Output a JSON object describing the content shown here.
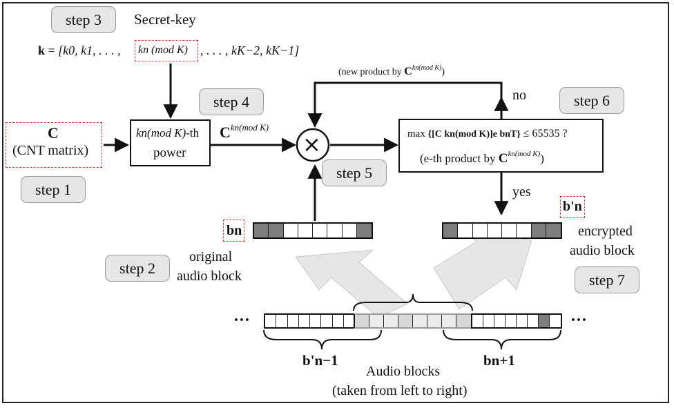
{
  "steps": {
    "step1": "step 1",
    "step2": "step 2",
    "step3": "step 3",
    "step4": "step 4",
    "step5": "step 5",
    "step6": "step 6",
    "step7": "step 7"
  },
  "secret_key": {
    "title": "Secret-key",
    "k_symbol": "k",
    "eq": "=",
    "list_start": "[k0, k1, . . . ,",
    "highlight": "kn (mod K)",
    "list_end": ", . . . , kK−2, kK−1]"
  },
  "cnt": {
    "symbol": "C",
    "label": "(CNT matrix)"
  },
  "power_box": {
    "line1_var": "kn(mod K)",
    "line1_suffix": "-th",
    "line2": "power"
  },
  "power_output": {
    "base": "C",
    "exponent": "kn(mod K)"
  },
  "feedback_label": {
    "prefix": "(new product by ",
    "base": "C",
    "exponent": "kn(mod K)",
    "suffix": ")"
  },
  "multiply_symbol": "×",
  "check_box": {
    "line1_prefix": "max",
    "line1_expr": "{[C kn(mod K)]e bnT}",
    "line1_cond": "≤ 65535 ?",
    "line2_prefix": "(e-th product by ",
    "line2_base": "C",
    "line2_exponent": "kn(mod K)",
    "line2_suffix": ")"
  },
  "decisions": {
    "no": "no",
    "yes": "yes"
  },
  "original_block": {
    "symbol": "bn",
    "label_line1": "original",
    "label_line2": "audio block",
    "cells": [
      "d",
      "d",
      "w",
      "w",
      "w",
      "w",
      "w",
      "d"
    ]
  },
  "encrypted_block": {
    "symbol": "b'n",
    "label_line1": "encrypted",
    "label_line2": "audio block",
    "cells": [
      "d",
      "w",
      "w",
      "w",
      "w",
      "w",
      "d",
      "d"
    ]
  },
  "stream": {
    "ellipsis_left": "···",
    "ellipsis_right": "···",
    "left_cells": [
      "w",
      "w",
      "w",
      "w",
      "w",
      "w",
      "w",
      "w"
    ],
    "mid_cells": [
      "l",
      "xl",
      "xl",
      "l",
      "xl",
      "xl",
      "xl",
      "l"
    ],
    "right_cells": [
      "w",
      "w",
      "w",
      "w",
      "w",
      "w",
      "d",
      "w"
    ],
    "prev_label": "b'n−1",
    "next_label": "bn+1",
    "caption_line1": "Audio blocks",
    "caption_line2": "(taken from left to right)"
  }
}
